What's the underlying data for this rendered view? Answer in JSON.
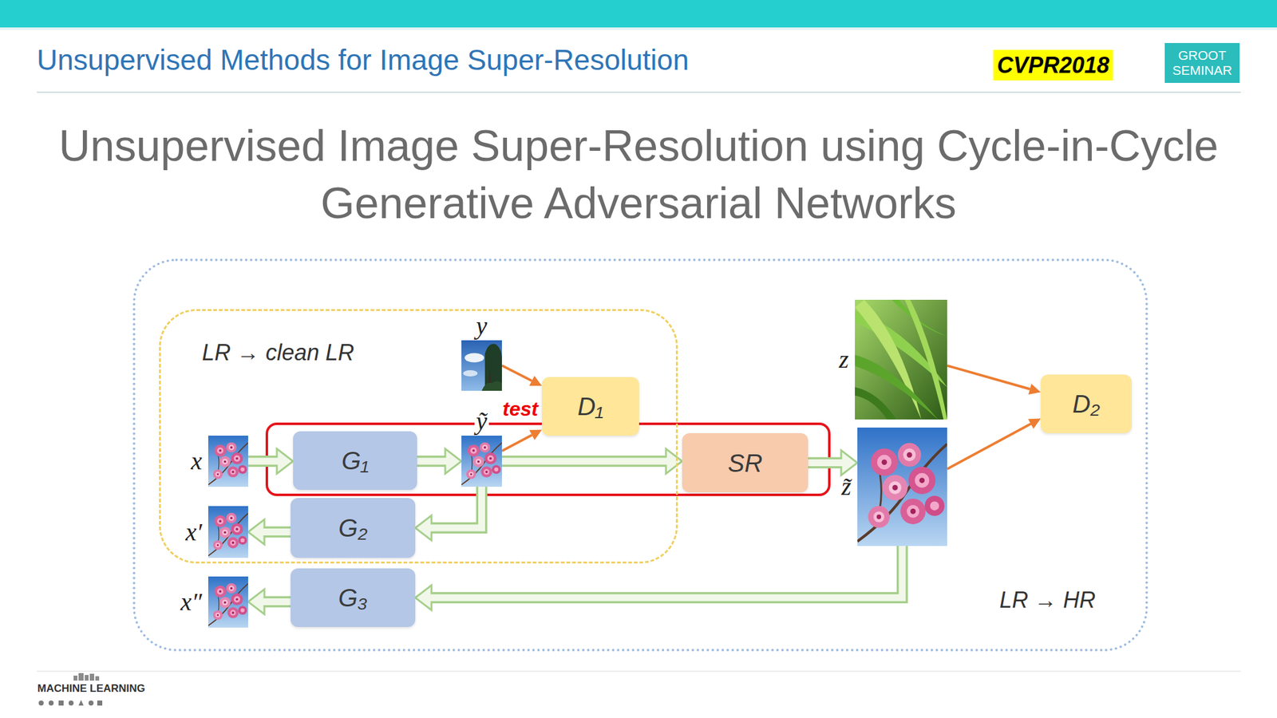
{
  "diagram": {
    "title": "Unsupervised Image Super-Resolution using Cycle-in-Cycle Generative Adversarial Networks",
    "nodes": [
      {
        "text": [
          "GROOT SEMINAR"
        ]
      },
      {
        "text": [
          "LR → HR"
        ]
      },
      {
        "text": [
          "LR → clean LR"
        ],
        "in": 1
      },
      {
        "text": [
          "y"
        ],
        "in": 2
      },
      {
        "text": [
          "D₁"
        ],
        "in": 2
      },
      {
        "text": [
          "z"
        ],
        "in": 1
      },
      {
        "text": [
          "D₂"
        ],
        "in": 1
      },
      {
        "text": [
          "x"
        ],
        "in": 2
      },
      {
        "text": [
          "G₁"
        ],
        "in": 2
      },
      {
        "text": [
          "ỹ"
        ],
        "in": 2
      },
      {
        "text": [
          "SR"
        ],
        "in": 1
      },
      {
        "text": [
          "z̃"
        ],
        "in": 1
      },
      {
        "text": [
          "x′"
        ],
        "in": 2
      },
      {
        "text": [
          "G₂"
        ],
        "in": 2
      },
      {
        "text": [
          "x″"
        ],
        "in": 1
      },
      {
        "text": [
          "G₃"
        ],
        "in": 1
      }
    ],
    "edges": [
      {
        "from": 7,
        "to": 8,
        "arrow": "to"
      },
      {
        "from": 8,
        "to": 9,
        "arrow": "to"
      },
      {
        "from": 9,
        "to": 4,
        "arrow": "to"
      },
      {
        "from": 3,
        "to": 4,
        "arrow": "to"
      },
      {
        "from": 9,
        "to": 10,
        "arrow": "to"
      },
      {
        "from": 9,
        "to": 13,
        "arrow": "to"
      },
      {
        "from": 13,
        "to": 12,
        "arrow": "to"
      },
      {
        "from": 10,
        "to": 11,
        "arrow": "to"
      },
      {
        "from": 5,
        "to": 6,
        "arrow": "to"
      },
      {
        "from": 11,
        "to": 6,
        "arrow": "to"
      },
      {
        "from": 11,
        "to": 15,
        "arrow": "to"
      },
      {
        "from": 15,
        "to": 14,
        "arrow": "to"
      }
    ],
    "labels": [
      "Unsupervised Methods for Image Super-Resolution",
      "CVPR2018",
      "test",
      "MACHINE LEARNING"
    ]
  }
}
